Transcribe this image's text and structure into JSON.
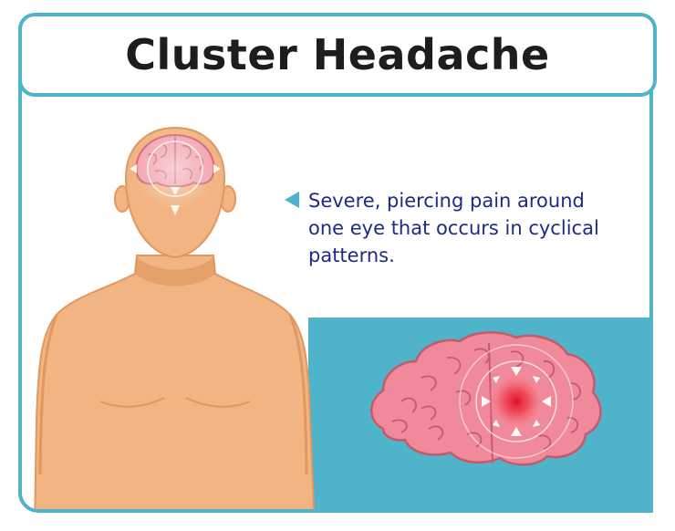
{
  "title": "Cluster Headache",
  "description": "Severe, piercing pain around one eye that occurs in cyclical patterns.",
  "colors": {
    "frame": "#4fb3c9",
    "title_text": "#1d1d1d",
    "description_text": "#1e2b84",
    "skin": "#f2b483",
    "skin_shadow": "#e0985f",
    "brain": "#f08a9a",
    "pain": "#e0102a"
  },
  "illustrations": [
    "human-body-illustration",
    "brain-illustration"
  ]
}
